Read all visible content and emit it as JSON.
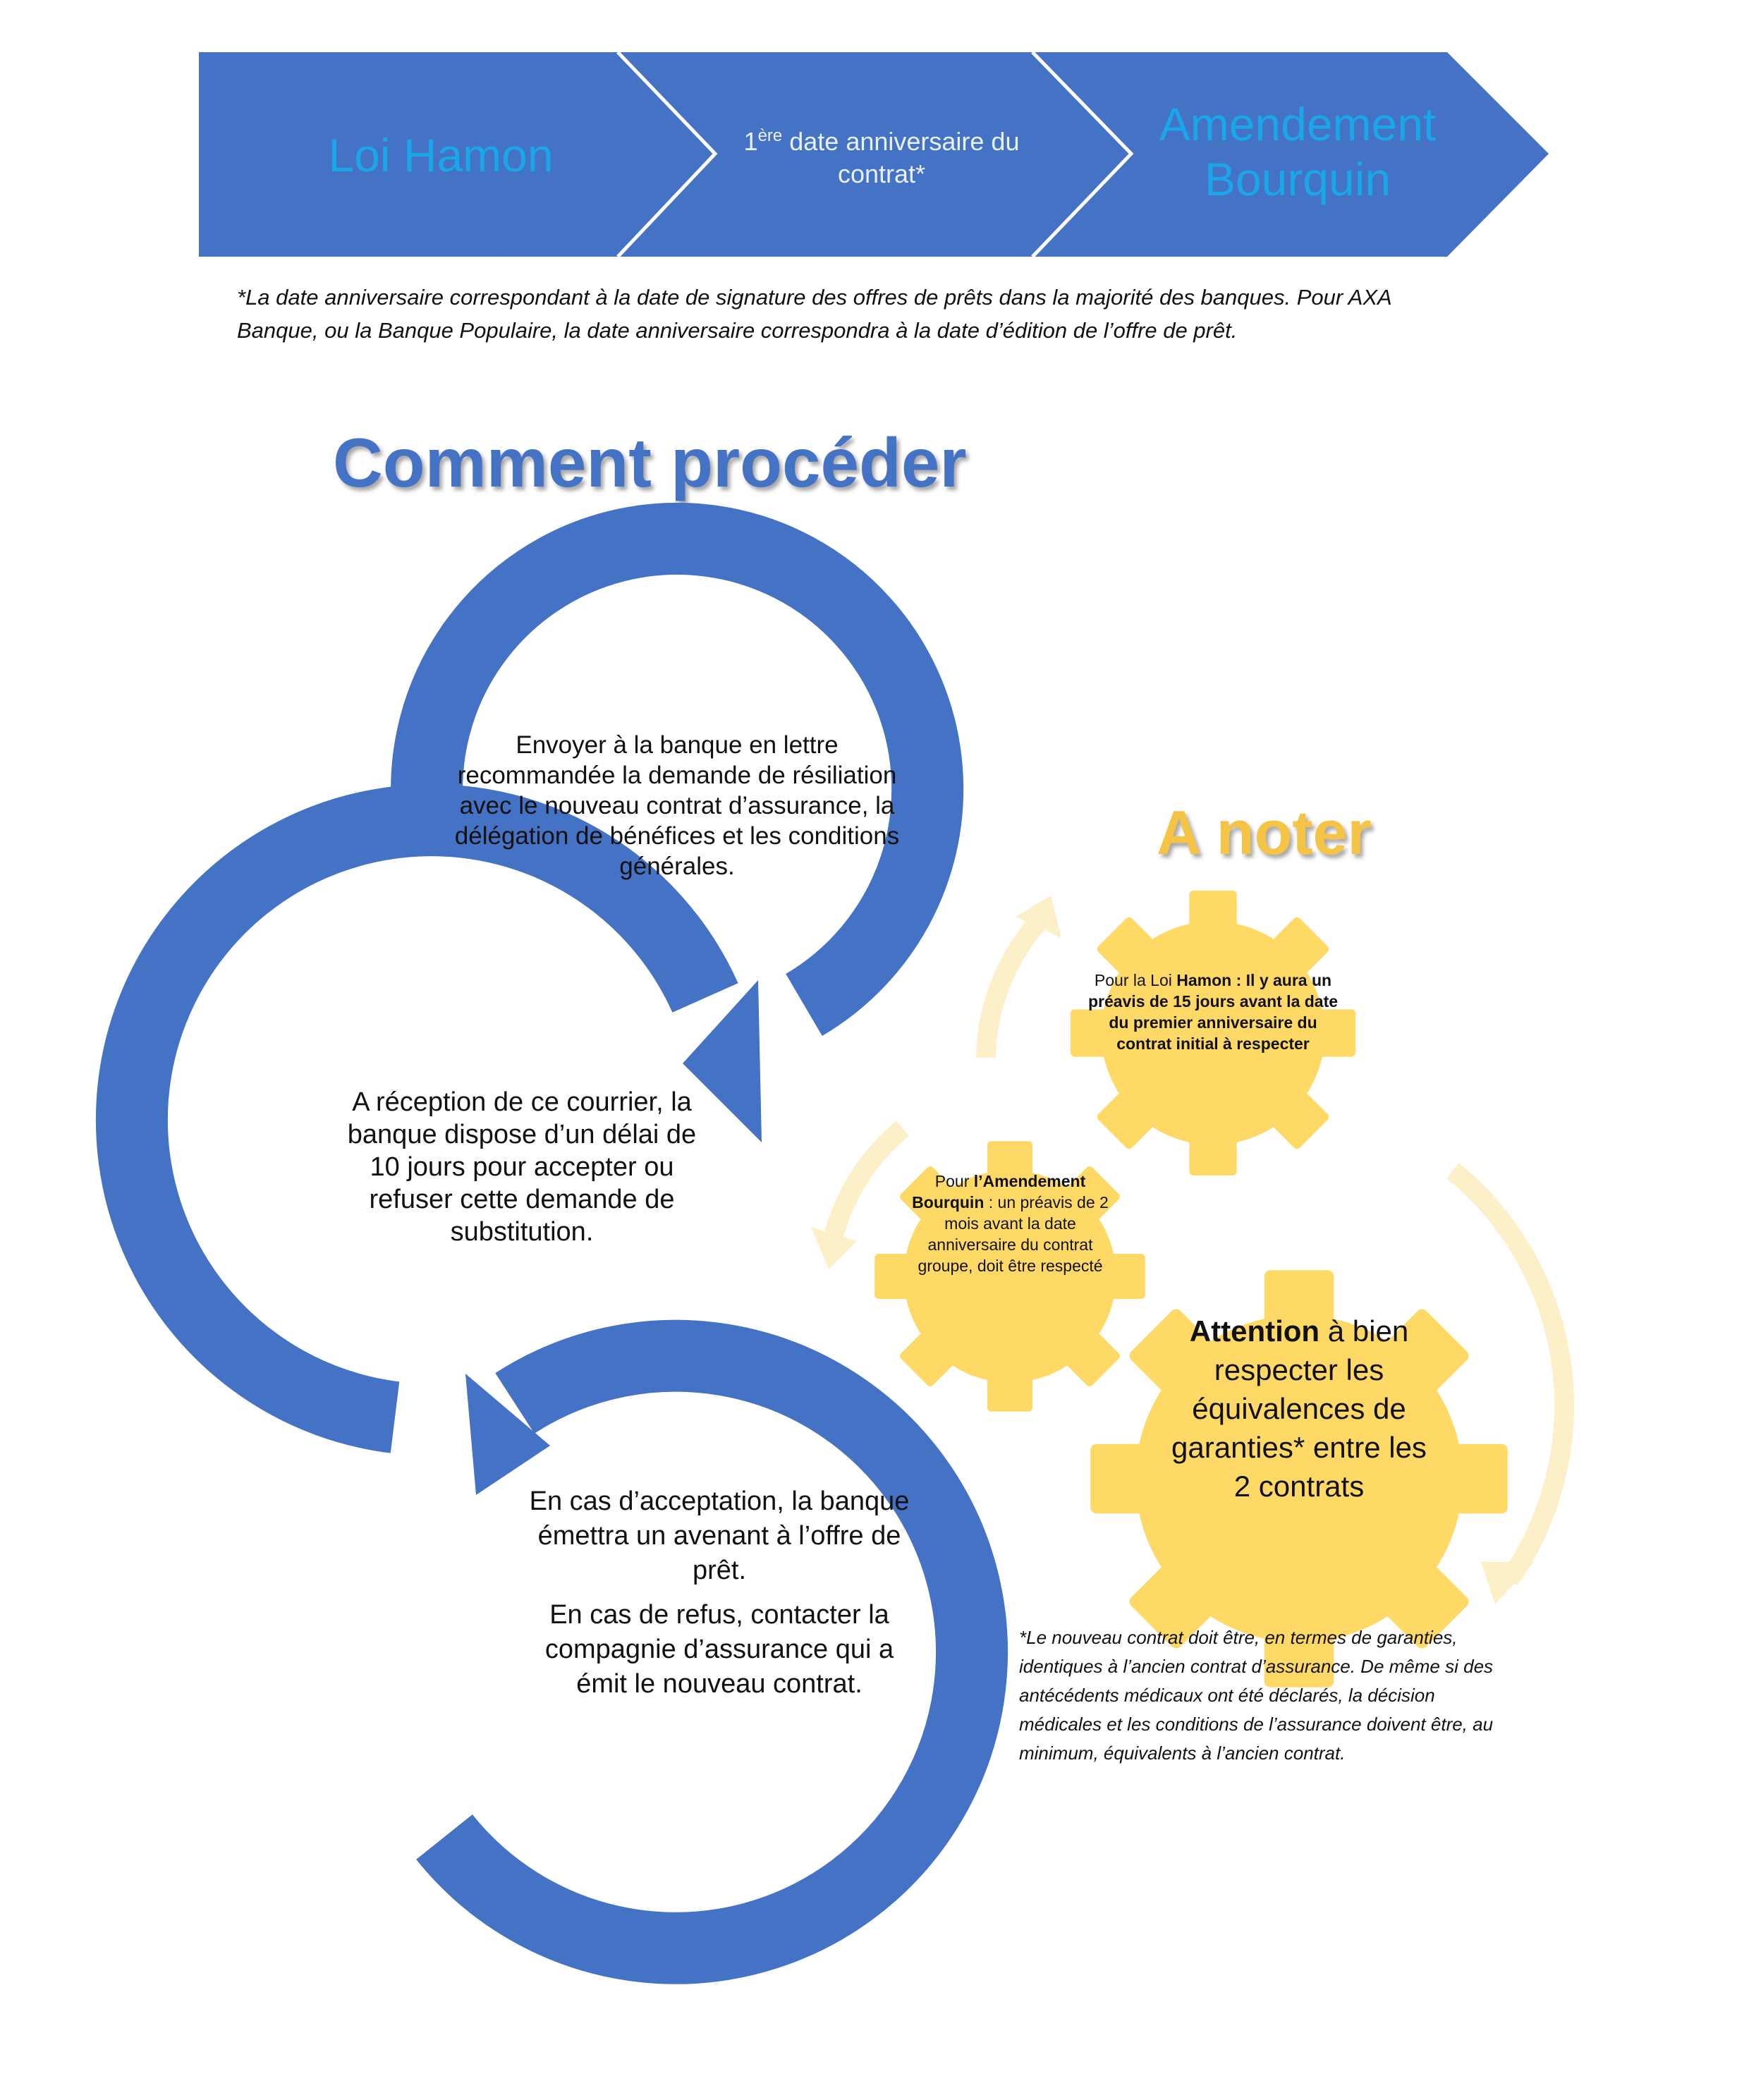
{
  "colors": {
    "primary_blue": "#4472c4",
    "light_blue_text": "#1aa6e8",
    "gold": "#ffd966",
    "pale_gold": "#fdf0c8",
    "title_blue": "#4472c4",
    "title_gold": "#f5c445"
  },
  "chevrons": [
    {
      "label": "Loi Hamon"
    },
    {
      "label_sup": "ère",
      "label_prefix": "1",
      "label_rest": " date anniversaire du contrat*"
    },
    {
      "label": "Amendement Bourquin"
    }
  ],
  "footnote_top": "*La date anniversaire correspondant à la date de signature des offres de prêts dans la majorité des banques. Pour AXA Banque, ou la Banque Populaire, la date anniversaire correspondra à la date d’édition de l’offre de prêt.",
  "title_main": "Comment procéder",
  "steps": [
    {
      "text": "Envoyer à la banque en lettre recommandée la demande de résiliation avec le nouveau contrat d’assurance, la délégation de bénéfices et les conditions générales."
    },
    {
      "text": "A réception de ce courrier, la banque dispose d’un délai de 10 jours pour accepter ou refuser cette demande de substitution."
    },
    {
      "text_1": "En cas d’acceptation, la banque émettra un avenant à l’offre de prêt.",
      "text_2": "En cas de refus, contacter la compagnie d’assurance qui a émit le nouveau contrat."
    }
  ],
  "title_note": "A noter",
  "gears": [
    {
      "pre": "Pour la Loi ",
      "bold": "Hamon",
      "mid": " : ",
      "bold2": "Il y aura un préavis de 15 jours avant la date du premier anniversaire du contrat initial à respecter"
    },
    {
      "pre": "Pour ",
      "bold": "l’Amendement Bourquin",
      "rest": " : un préavis de 2 mois avant la date anniversaire du contrat groupe, doit être respecté"
    },
    {
      "bold": "Attention",
      "rest": " à bien respecter les équivalences de garanties* entre les 2 contrats"
    }
  ],
  "footnote_bottom": "*Le nouveau contrat doit être, en termes de garanties, identiques à l’ancien contrat d’assurance. De même si des antécédents médicaux ont été déclarés, la décision médicales et les conditions de l’assurance doivent être, au minimum, équivalents à l’ancien contrat."
}
